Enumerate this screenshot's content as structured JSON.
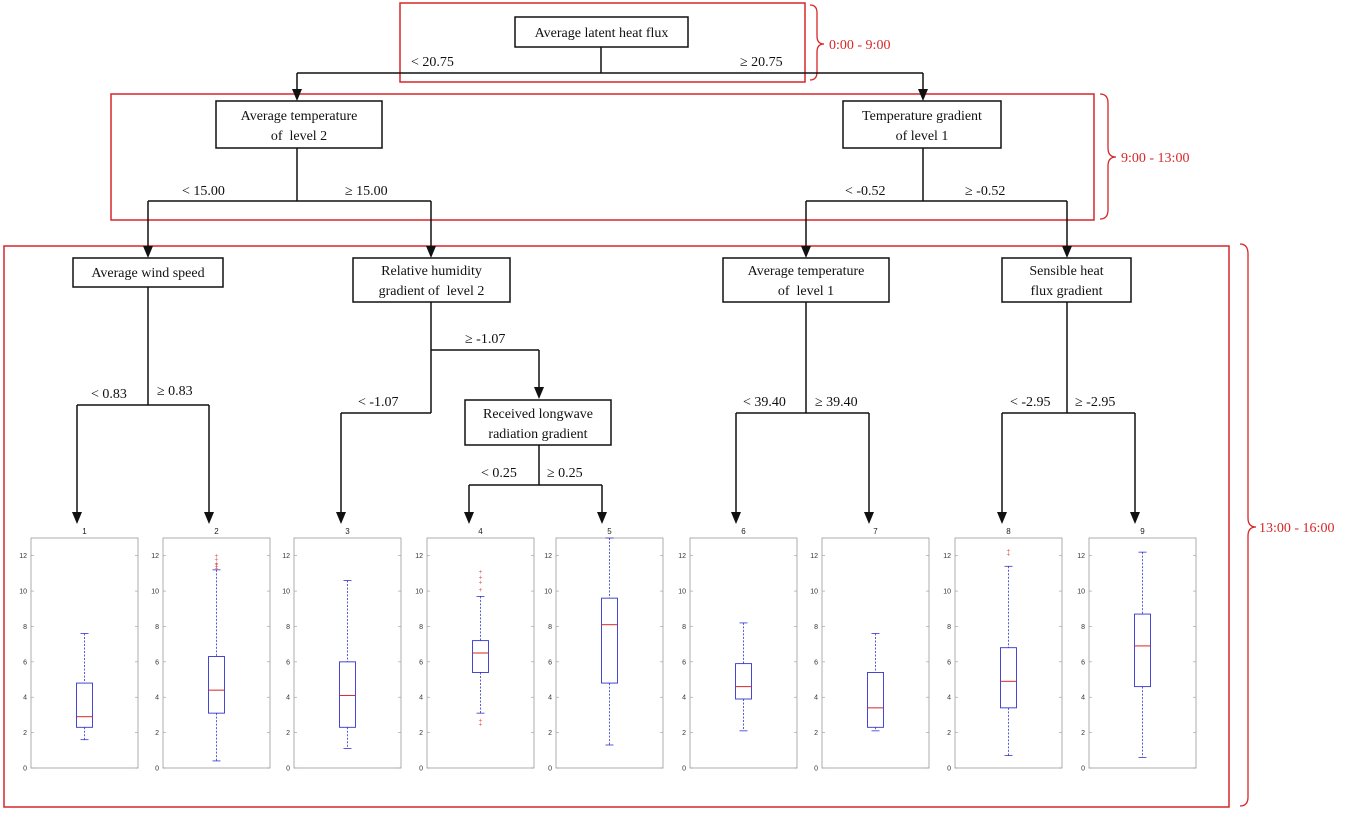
{
  "nodes": [
    {
      "id": "root",
      "lines": [
        "Average latent heat flux"
      ]
    },
    {
      "id": "n_avgtemp2",
      "lines": [
        "Average temperature",
        "of  level 2"
      ]
    },
    {
      "id": "n_tempgrad1",
      "lines": [
        "Temperature gradient",
        "of level 1"
      ]
    },
    {
      "id": "n_windspeed",
      "lines": [
        "Average wind speed"
      ]
    },
    {
      "id": "n_rhgrad2",
      "lines": [
        "Relative humidity",
        "gradient of  level 2"
      ]
    },
    {
      "id": "n_avgtemp1",
      "lines": [
        "Average temperature",
        "of  level 1"
      ]
    },
    {
      "id": "n_shfgrad",
      "lines": [
        "Sensible heat",
        "flux gradient"
      ]
    },
    {
      "id": "n_rlwgrad",
      "lines": [
        "Received longwave",
        "radiation gradient"
      ]
    }
  ],
  "edges": [
    {
      "id": "e_root_l",
      "label": "< 20.75"
    },
    {
      "id": "e_root_r",
      "label": "≥ 20.75"
    },
    {
      "id": "e_at2_l",
      "label": "< 15.00"
    },
    {
      "id": "e_at2_r",
      "label": "≥ 15.00"
    },
    {
      "id": "e_tg1_l",
      "label": "< -0.52"
    },
    {
      "id": "e_tg1_r",
      "label": "≥ -0.52"
    },
    {
      "id": "e_ws_l",
      "label": "< 0.83"
    },
    {
      "id": "e_ws_r",
      "label": "≥ 0.83"
    },
    {
      "id": "e_rh_l",
      "label": "< -1.07"
    },
    {
      "id": "e_rh_r",
      "label": "≥ -1.07"
    },
    {
      "id": "e_rlw_l",
      "label": "< 0.25"
    },
    {
      "id": "e_rlw_r",
      "label": "≥ 0.25"
    },
    {
      "id": "e_at1_l",
      "label": "< 39.40"
    },
    {
      "id": "e_at1_r",
      "label": "≥ 39.40"
    },
    {
      "id": "e_shf_l",
      "label": "< -2.95"
    },
    {
      "id": "e_shf_r",
      "label": "≥ -2.95"
    }
  ],
  "time_brackets": [
    {
      "id": "t1",
      "label": "0:00 - 9:00"
    },
    {
      "id": "t2",
      "label": "9:00 - 13:00"
    },
    {
      "id": "t3",
      "label": "13:00 - 16:00"
    }
  ],
  "colors": {
    "frame": "#d62728",
    "line": "#111111",
    "box": "#3333cc",
    "median": "#d62728",
    "outlier": "#d62728",
    "axis": "#999999"
  },
  "chart_data": {
    "type": "boxplot",
    "ylim": [
      0,
      13
    ],
    "yticks": [
      0,
      2,
      4,
      6,
      8,
      10,
      12
    ],
    "leaves": [
      {
        "name": "1",
        "min": 1.6,
        "q1": 2.3,
        "median": 2.9,
        "q3": 4.8,
        "max": 7.6,
        "outliers": []
      },
      {
        "name": "2",
        "min": 0.4,
        "q1": 3.1,
        "median": 4.4,
        "q3": 6.3,
        "max": 11.2,
        "outliers": [
          11.3,
          11.4,
          11.5,
          11.6,
          11.8,
          12.0
        ]
      },
      {
        "name": "3",
        "min": 1.1,
        "q1": 2.3,
        "median": 4.1,
        "q3": 6.0,
        "max": 10.6,
        "outliers": []
      },
      {
        "name": "4",
        "min": 3.1,
        "q1": 5.4,
        "median": 6.5,
        "q3": 7.2,
        "max": 9.7,
        "outliers": [
          2.5,
          2.7,
          10.1,
          10.5,
          10.8,
          11.1
        ]
      },
      {
        "name": "5",
        "min": 1.3,
        "q1": 4.8,
        "median": 8.1,
        "q3": 9.6,
        "max": 13.0,
        "outliers": []
      },
      {
        "name": "6",
        "min": 2.1,
        "q1": 3.9,
        "median": 4.6,
        "q3": 5.9,
        "max": 8.2,
        "outliers": []
      },
      {
        "name": "7",
        "min": 2.1,
        "q1": 2.3,
        "median": 3.4,
        "q3": 5.4,
        "max": 7.6,
        "outliers": []
      },
      {
        "name": "8",
        "min": 0.7,
        "q1": 3.4,
        "median": 4.9,
        "q3": 6.8,
        "max": 11.4,
        "outliers": [
          12.1,
          12.3
        ]
      },
      {
        "name": "9",
        "min": 0.6,
        "q1": 4.6,
        "median": 6.9,
        "q3": 8.7,
        "max": 12.2,
        "outliers": []
      }
    ]
  }
}
